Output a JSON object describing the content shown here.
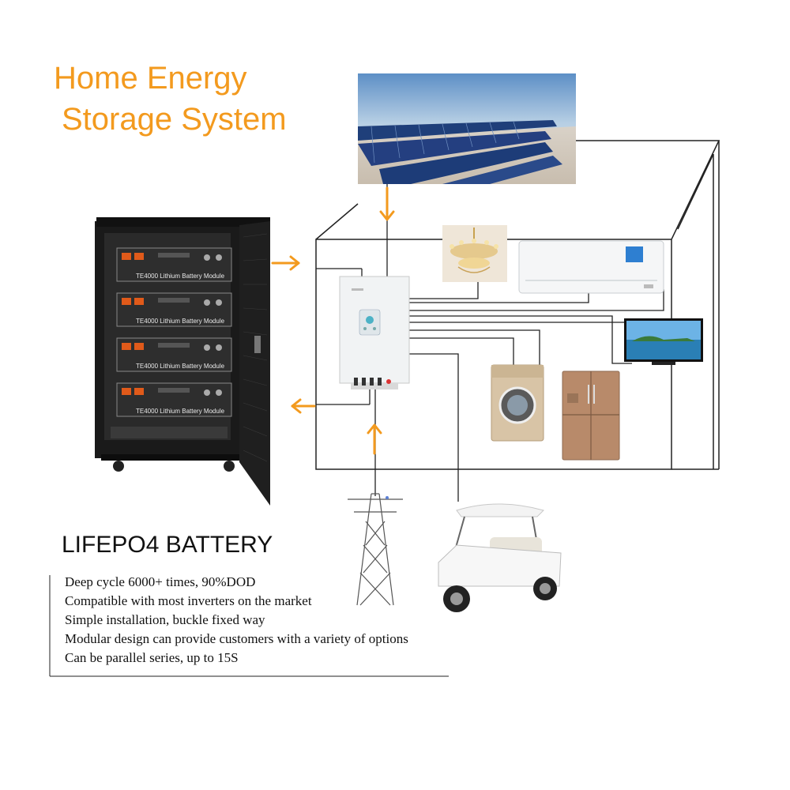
{
  "diagram": {
    "title_line1": "Home Energy",
    "title_line2": "Storage System",
    "product_heading": "LIFEPO4 BATTERY",
    "features": [
      "Deep cycle 6000+ times, 90%DOD",
      "Compatible with most inverters on the market",
      "Simple installation, buckle fixed way",
      "Modular design can provide customers with a variety of options",
      "Can be parallel series, up to 15S"
    ],
    "battery_module_label": "TE4000  Lithium  Battery  Module",
    "components": {
      "solar": "solar-panel-array",
      "inverter": "hybrid-inverter",
      "battery": "battery-rack-cabinet",
      "grid": "power-grid-tower",
      "loads": [
        "chandelier",
        "air-conditioner",
        "television",
        "washing-machine",
        "refrigerator",
        "golf-cart"
      ]
    },
    "colors": {
      "accent": "#f39a1e",
      "line": "#222222",
      "cabinet": "#1b1b1b"
    }
  }
}
